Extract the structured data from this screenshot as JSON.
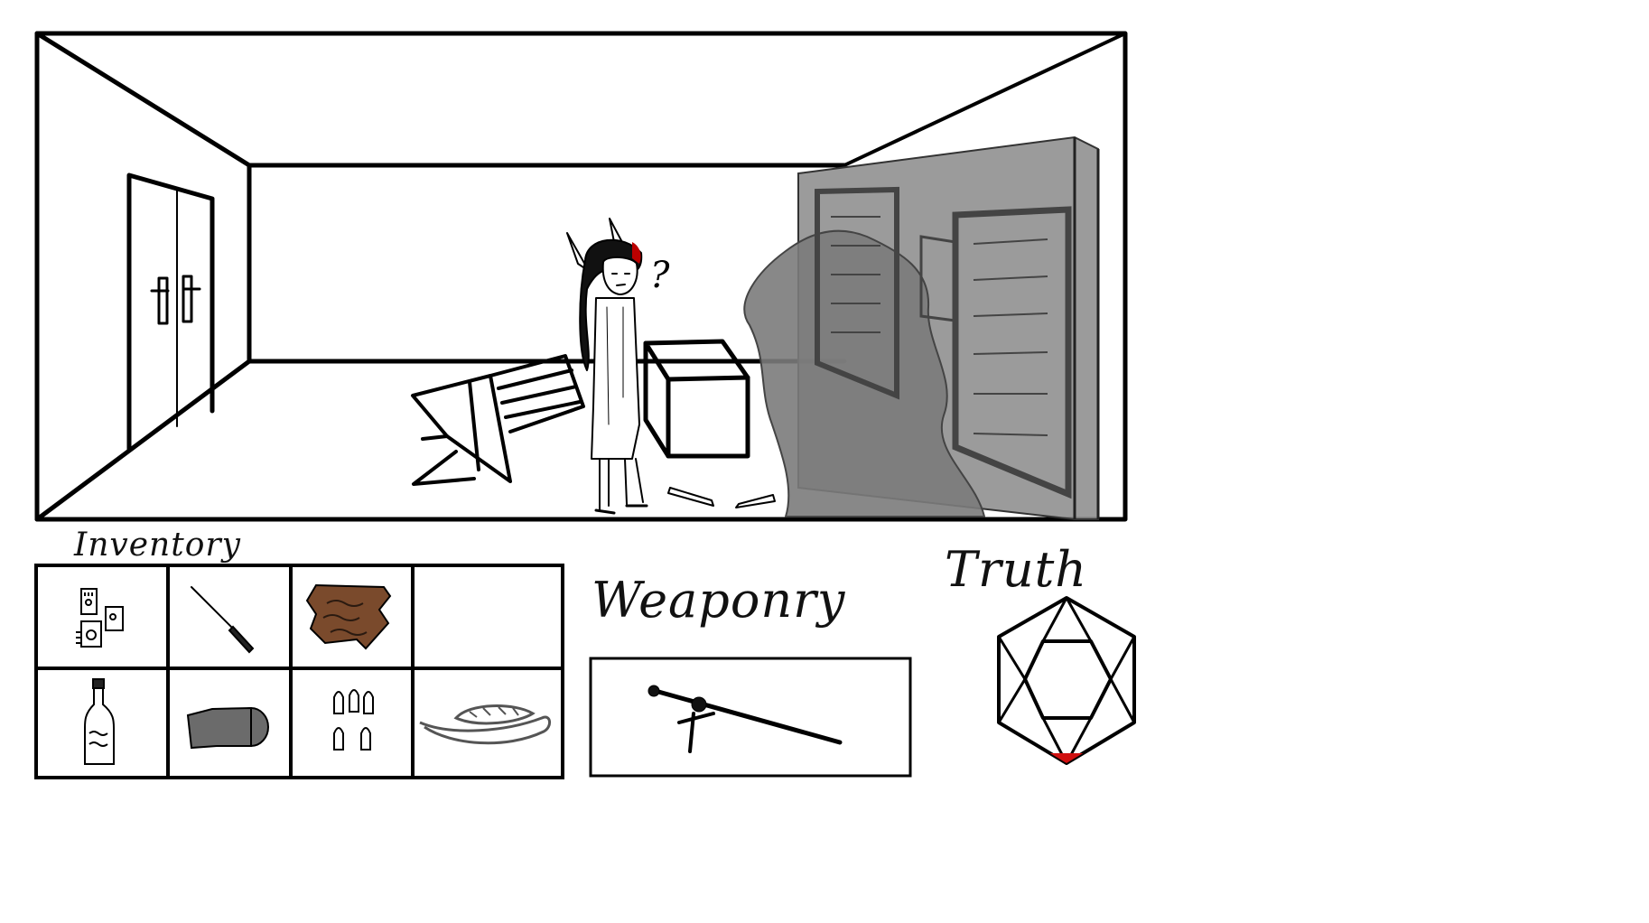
{
  "hud": {
    "inventory_label": "Inventory",
    "weaponry_label": "Weaponry",
    "truth_label": "Truth"
  },
  "scene": {
    "thought_marks": "?"
  },
  "inventory": {
    "slots": [
      {
        "icon": "circuit-boards-icon"
      },
      {
        "icon": "screwdriver-icon"
      },
      {
        "icon": "leather-scrap-icon"
      },
      {
        "icon": "empty-slot"
      },
      {
        "icon": "bottle-icon"
      },
      {
        "icon": "duct-tape-icon"
      },
      {
        "icon": "bullets-icon"
      },
      {
        "icon": "rope-icon"
      }
    ]
  },
  "weaponry": {
    "equipped_icon": "cane-sword-icon"
  },
  "truth": {
    "icon": "gem-icon",
    "fill_fraction": 0.06,
    "fill_color": "#d01010"
  }
}
